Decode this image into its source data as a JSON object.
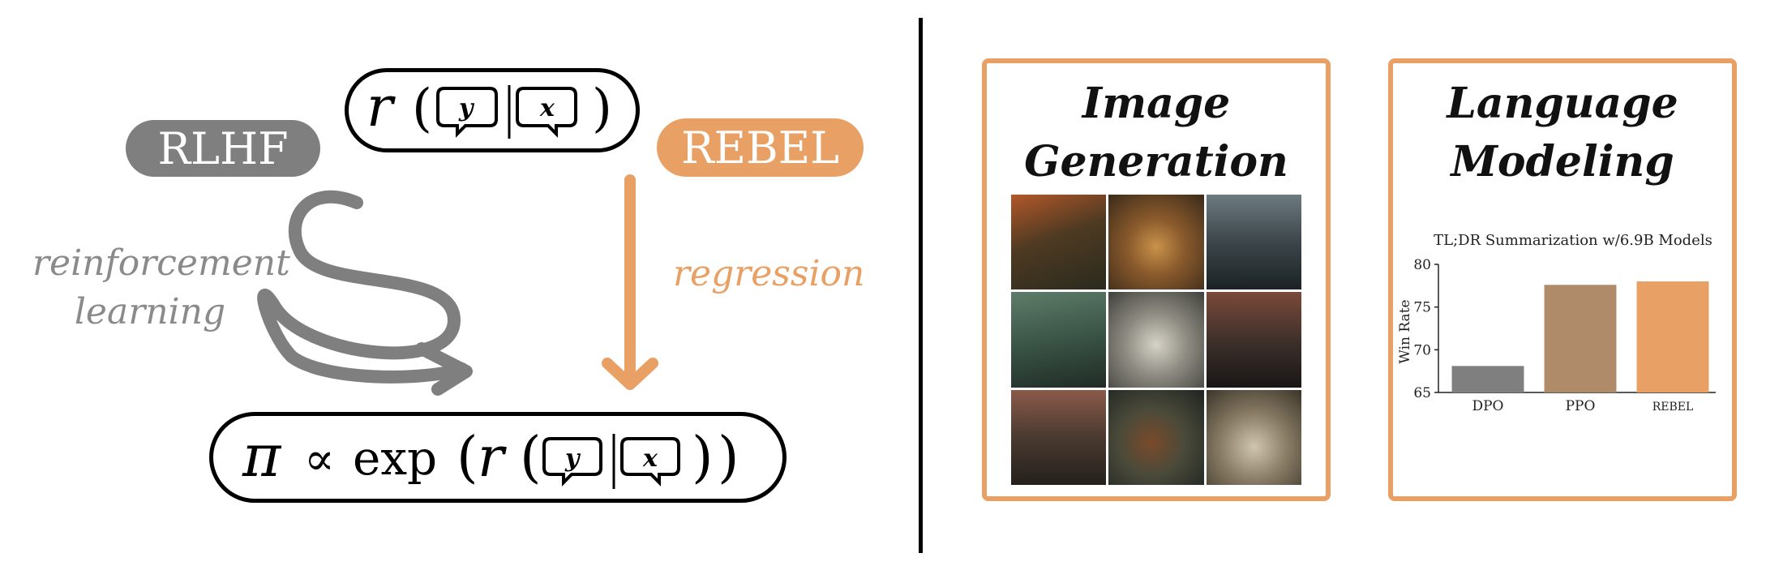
{
  "left": {
    "reward_formula": {
      "func": "r",
      "response": "y",
      "context": "x"
    },
    "policy_formula": {
      "pi": "π",
      "prop": "∝",
      "exp": "exp",
      "func": "r",
      "response": "y",
      "context": "x"
    },
    "rlhf": {
      "label": "RLHF",
      "color": "#7F7F7F",
      "path_label_line1": "reinforcement",
      "path_label_line2": "learning"
    },
    "rebel": {
      "label": "REBEL",
      "color": "#E9A064",
      "path_label": "regression"
    }
  },
  "panels": {
    "image_generation": {
      "title_line1": "Image",
      "title_line2": "Generation",
      "border_color": "#E9A064"
    },
    "language_modeling": {
      "title_line1": "Language",
      "title_line2": "Modeling",
      "border_color": "#E9A064"
    }
  },
  "chart_data": {
    "type": "bar",
    "title": "TL;DR Summarization w/6.9B Models",
    "ylabel": "Win Rate",
    "xlabel": "",
    "categories": [
      "DPO",
      "PPO",
      "REBEL"
    ],
    "values": [
      68.1,
      77.6,
      78.0
    ],
    "colors": [
      "#7F7F7F",
      "#B08B6A",
      "#E9A064"
    ],
    "ylim": [
      65,
      80
    ],
    "yticks": [
      65,
      70,
      75,
      80
    ],
    "grid": false
  }
}
